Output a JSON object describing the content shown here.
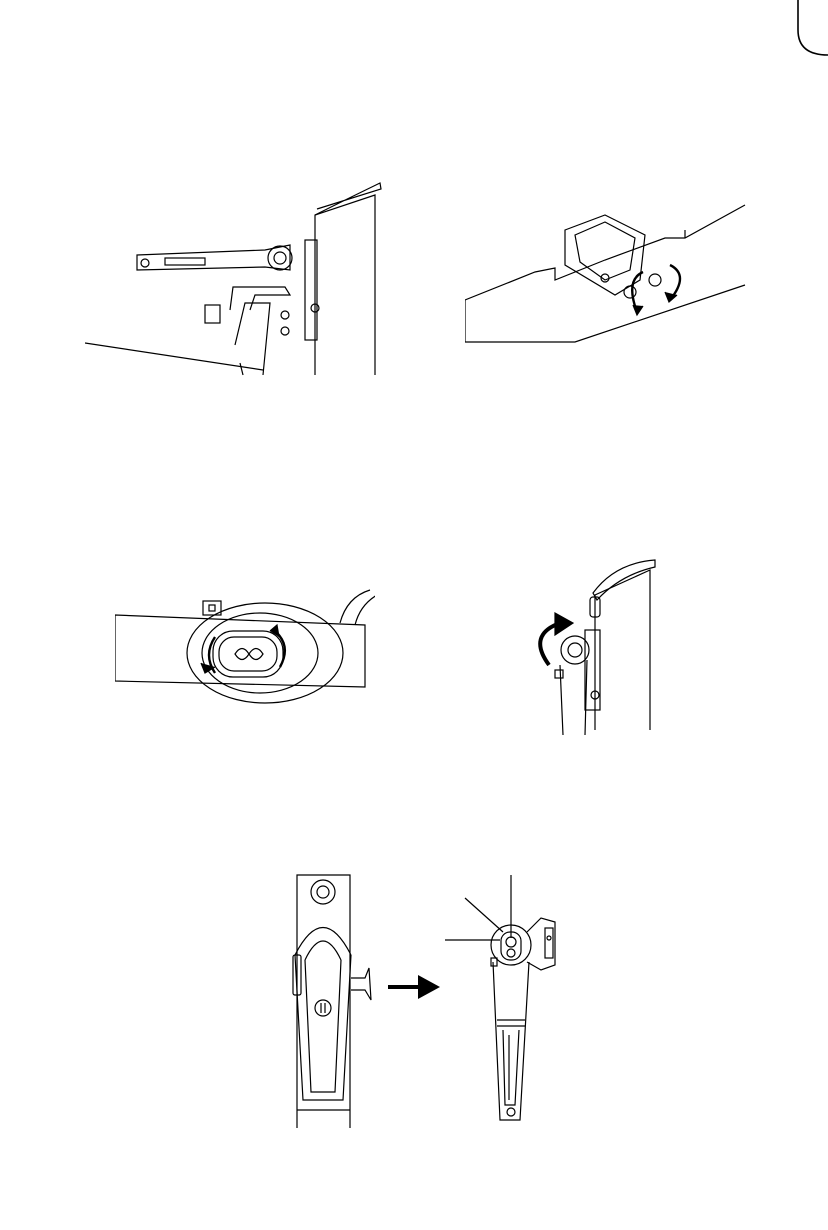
{
  "page": {
    "figures": [
      {
        "id": "arm-side-view",
        "icon": "bracket-arm-side-icon"
      },
      {
        "id": "rail-clamp-rotate",
        "icon": "rail-clamp-rotate-icon"
      },
      {
        "id": "knob-rotate-closeup",
        "icon": "knob-rotate-closeup-icon"
      },
      {
        "id": "pole-joint-rotate",
        "icon": "pole-joint-rotate-icon"
      },
      {
        "id": "arm-front-view",
        "icon": "arm-front-view-icon"
      },
      {
        "id": "direction-arrow",
        "icon": "right-arrow-icon"
      },
      {
        "id": "arm-rotated-view",
        "icon": "arm-rotated-view-icon"
      }
    ],
    "colors": {
      "ink": "#000000",
      "paper": "#ffffff"
    }
  }
}
